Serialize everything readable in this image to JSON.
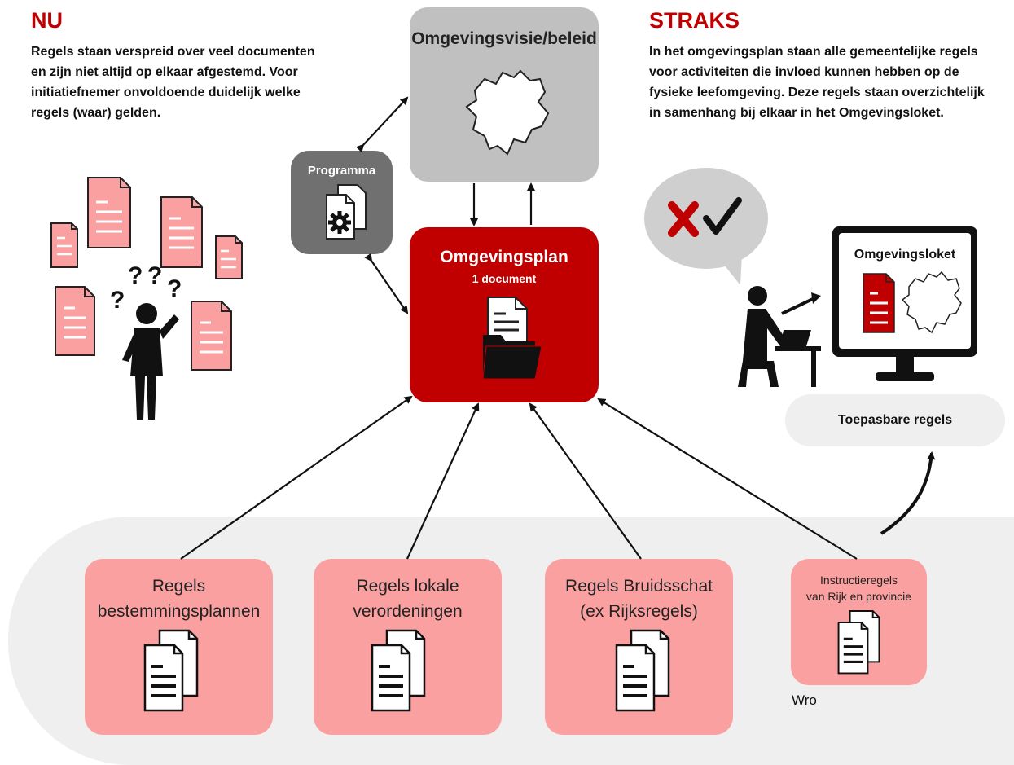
{
  "left": {
    "heading": "NU",
    "text_lines": [
      "Regels staan verspreid over veel documenten",
      "en zijn niet altijd op elkaar afgestemd. Voor",
      "initiatiefnemer onvoldoende duidelijk welke",
      "regels (waar) gelden."
    ],
    "question_marks": [
      "?",
      "?",
      "?",
      "?"
    ]
  },
  "right": {
    "heading": "STRAKS",
    "text_lines": [
      "In het omgevingsplan staan alle gemeentelijke regels",
      "voor activiteiten die invloed kunnen hebben op de",
      "fysieke leefomgeving. Deze regels staan overzichtelijk",
      "in samenhang bij elkaar in het Omgevingsloket."
    ]
  },
  "center": {
    "visie_label": "Omgevingsvisie/beleid",
    "programma_label": "Programma",
    "plan_title": "Omgevingsplan",
    "plan_subtitle": "1 document"
  },
  "loket": {
    "screen_title": "Omgevingsloket",
    "toepasbare": "Toepasbare regels"
  },
  "sources": [
    {
      "line1": "Regels",
      "line2": "bestemmingsplannen"
    },
    {
      "line1": "Regels lokale",
      "line2": "verordeningen"
    },
    {
      "line1": "Regels Bruidsschat",
      "line2": "(ex Rijksregels)"
    },
    {
      "line1": "Instructieregels",
      "line2": "van Rijk en provincie"
    }
  ],
  "wro_label": "Wro",
  "colors": {
    "dark_red": "#c00000",
    "pink": "#fba0a0",
    "grey_box": "#c0c0c0",
    "dark_grey": "#707070",
    "panel": "#efefef"
  }
}
